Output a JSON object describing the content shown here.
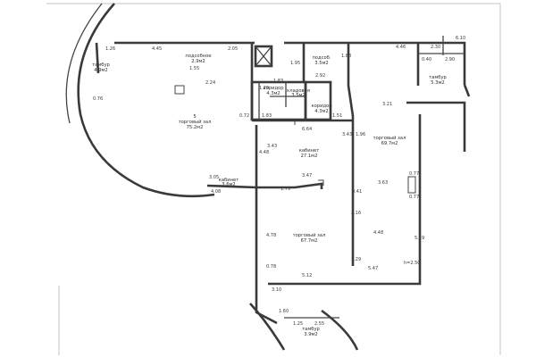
{
  "rooms": [
    {
      "num": "",
      "name": "тамбур",
      "area": "4.9м2"
    },
    {
      "num": "",
      "name": "подсобное",
      "area": "2.9м2"
    },
    {
      "num": "5",
      "name": "торговый зал",
      "area": "75.2м2"
    },
    {
      "num": "",
      "name": "коридор",
      "area": "4.3м2"
    },
    {
      "num": "",
      "name": "кладовая",
      "area": "3.5м2"
    },
    {
      "num": "",
      "name": "кабинет",
      "area": "27.1м2"
    },
    {
      "num": "",
      "name": "коридор",
      "area": "4.3м2"
    },
    {
      "num": "",
      "name": "подсоб.",
      "area": "3.5м2"
    },
    {
      "num": "",
      "name": "тамбур",
      "area": "5.3м2"
    },
    {
      "num": "",
      "name": "торговый зал",
      "area": "69.7м2"
    },
    {
      "num": "",
      "name": "кабинет",
      "area": "3.6м2"
    },
    {
      "num": "",
      "name": "торговый зал",
      "area": "67.7м2"
    },
    {
      "num": "",
      "name": "тамбур",
      "area": "3.9м2"
    }
  ],
  "dimensions": [
    "1.26",
    "4.45",
    "2.05",
    "1.95",
    "1.88",
    "4.46",
    "2.30",
    "6.10",
    "1.55",
    "2.24",
    "0.76",
    "1.29",
    "1.83",
    "1.51",
    "1.83",
    "0.72",
    "6.64",
    "2.92",
    "3.21",
    "0.40",
    "2.90",
    "3.43",
    "1.96",
    "3.43",
    "3.63",
    "0.77",
    "0.77",
    "4.48",
    "3.47",
    "3.05",
    "4.08",
    "1.79",
    "4.78",
    "0.41",
    "2.16",
    "1.29",
    "4.48",
    "5.19",
    "0.78",
    "3.10",
    "5.12",
    "5.47",
    "h=2.50",
    "1.60",
    "1.25",
    "2.55"
  ]
}
